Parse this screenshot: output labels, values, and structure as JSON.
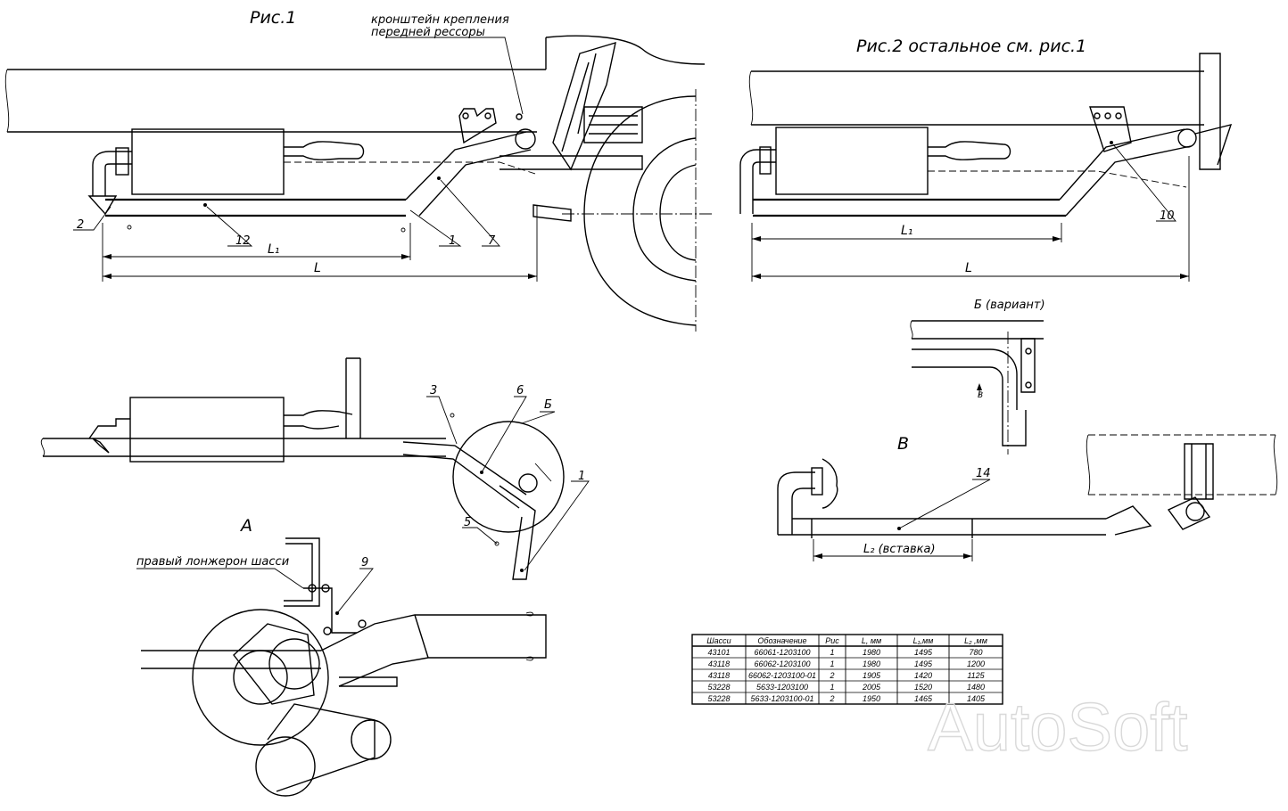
{
  "figures": {
    "fig1_title": "Рис.1",
    "fig2_title": "Рис.2 остальное см. рис.1",
    "bracket_note_line1": "кронштейн крепления",
    "bracket_note_line2": "передней рессоры",
    "variant_b_title": "Б (вариант)",
    "view_a": "А",
    "view_v": "В",
    "right_rail_note": "правый лонжерон шасси",
    "section_b_mark": "Б",
    "section_v_mark": "В",
    "l2_label": "L₂ (вставка)"
  },
  "dimensions": {
    "fig1_l1": "L₁",
    "fig1_l": "L",
    "fig2_l1": "L₁",
    "fig2_l": "L"
  },
  "callouts": [
    "2",
    "12",
    "1",
    "7",
    "10",
    "3",
    "6",
    "1",
    "5",
    "9",
    "14"
  ],
  "table": {
    "headers": [
      "Шасси",
      "Обозначение",
      "Рис",
      "L, мм",
      "L₁,мм",
      "L₂ ,мм"
    ],
    "rows": [
      [
        "43101",
        "66061-1203100",
        "1",
        "1980",
        "1495",
        "780"
      ],
      [
        "43118",
        "66062-1203100",
        "1",
        "1980",
        "1495",
        "1200"
      ],
      [
        "43118",
        "66062-1203100-01",
        "2",
        "1905",
        "1420",
        "1125"
      ],
      [
        "53228",
        "5633-1203100",
        "1",
        "2005",
        "1520",
        "1480"
      ],
      [
        "53228",
        "5633-1203100-01",
        "2",
        "1950",
        "1465",
        "1405"
      ]
    ]
  },
  "watermark": "AutoSoft"
}
